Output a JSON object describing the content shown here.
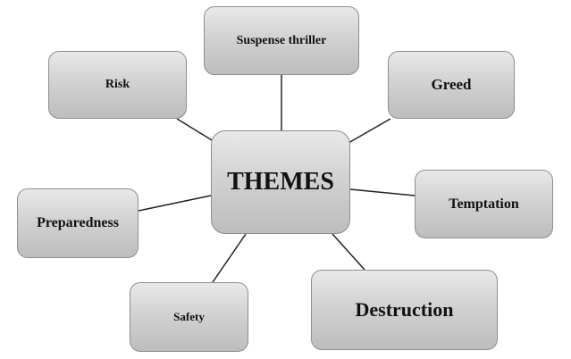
{
  "diagram": {
    "center": "THEMES",
    "nodes": {
      "suspense": "Suspense thriller",
      "risk": "Risk",
      "greed": "Greed",
      "preparedness": "Preparedness",
      "temptation": "Temptation",
      "safety": "Safety",
      "destruction": "Destruction"
    },
    "colors": {
      "line": "#222222",
      "node_border": "#8e8e8e",
      "node_fill_top": "#e9e9e9",
      "node_fill_bottom": "#bdbdbd"
    }
  }
}
